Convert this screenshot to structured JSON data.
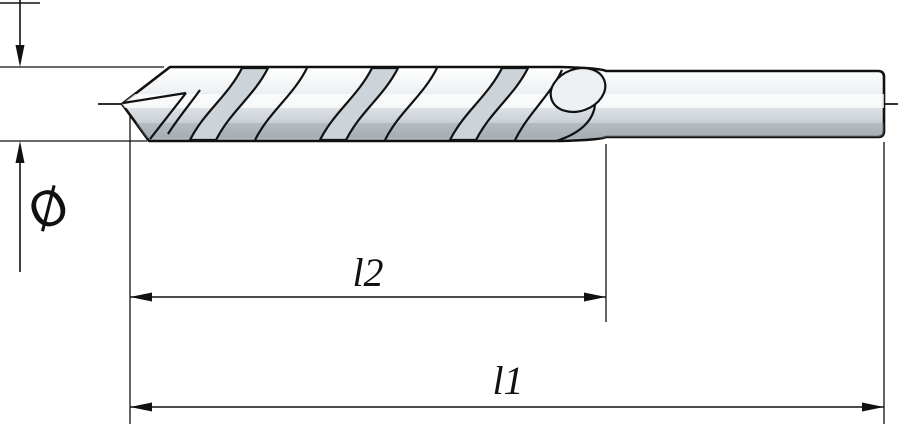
{
  "drawing": {
    "type": "technical-dimension-drawing",
    "subject": "twist-drill-bit",
    "labels": {
      "diameter_symbol": "Ø",
      "flute_length": "l2",
      "overall_length": "l1"
    },
    "colors": {
      "line": "#111111",
      "background": "#ffffff",
      "metal_light": "#ffffff",
      "metal_mid": "#dde2e6",
      "metal_dark": "#aeb6bc",
      "flute_shade": "#cdd4d9"
    }
  }
}
